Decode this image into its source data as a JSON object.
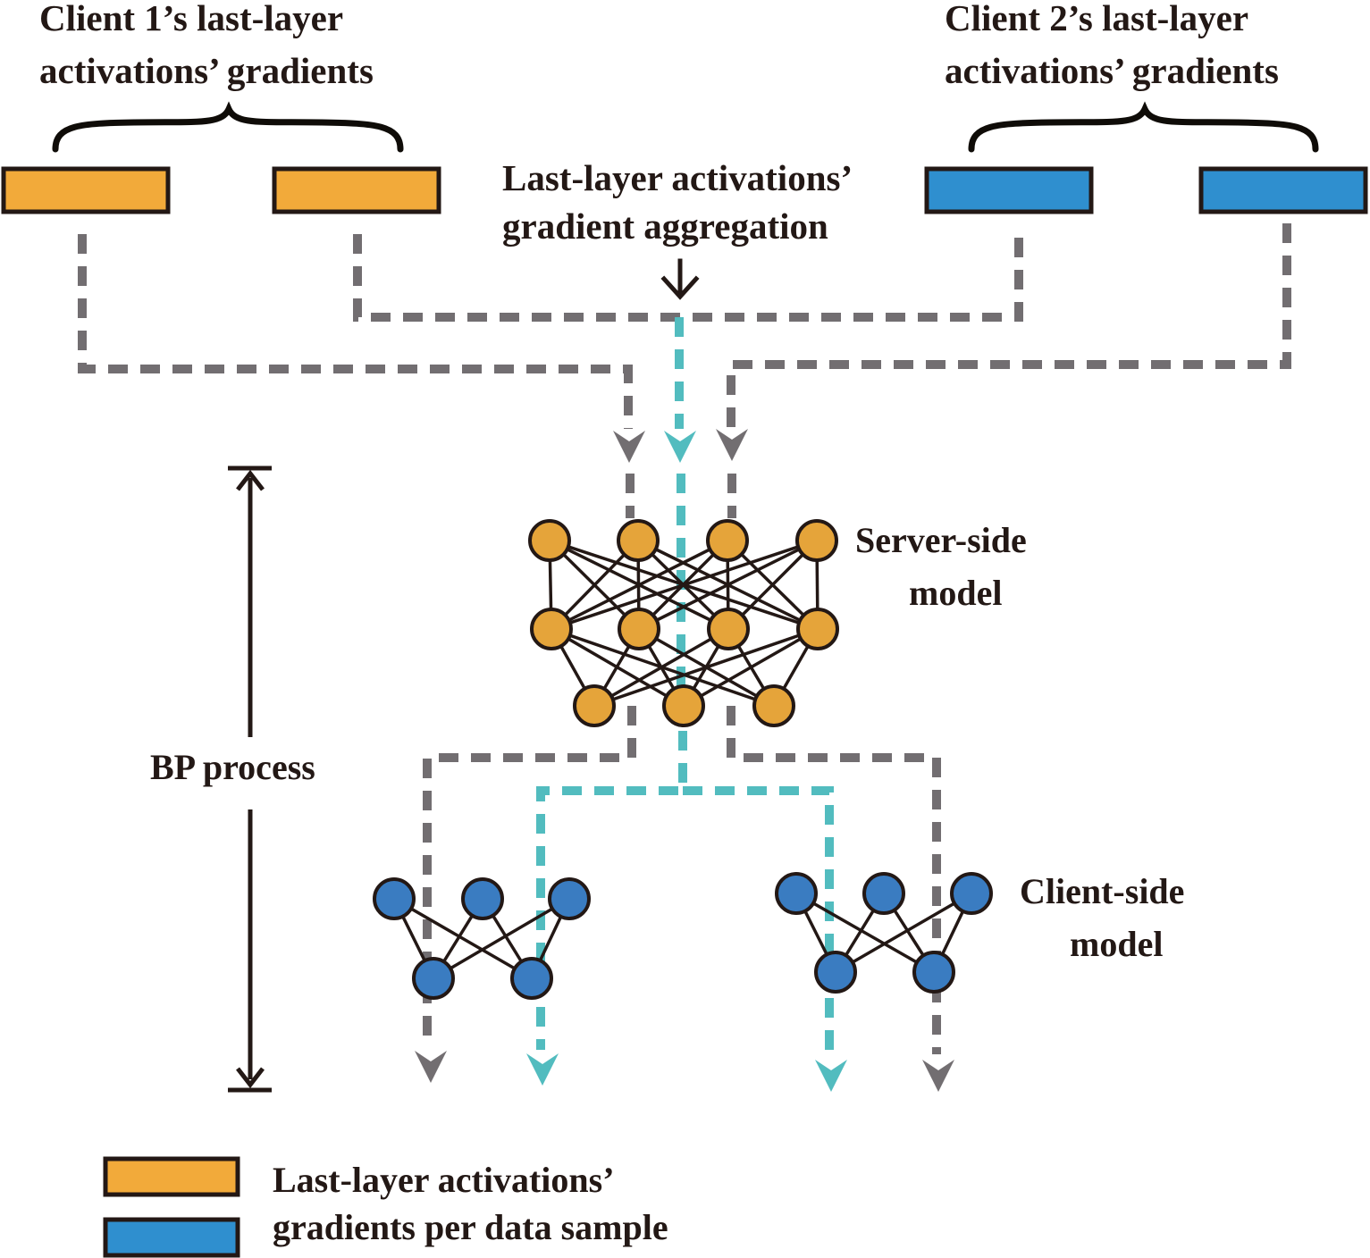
{
  "colors": {
    "orange": "#F2AA3A",
    "blue": "#2F8FCF",
    "node_orange": "#E5A43A",
    "node_blue": "#3A7CC1",
    "gray_dash": "#726E71",
    "teal_dash": "#52BCBF",
    "ink": "#231815"
  },
  "client1_label": {
    "line1": "Client 1’s  last-layer",
    "line2": "activations’ gradients"
  },
  "client2_label": {
    "line1": "Client 2’s  last-layer",
    "line2": "activations’ gradients"
  },
  "aggregation_label": {
    "line1": "Last-layer activations’",
    "line2": "gradient aggregation"
  },
  "server_label": {
    "line1": "Server-side",
    "line2": "model"
  },
  "client_model_label": {
    "line1": "Client-side",
    "line2": "model"
  },
  "bp_label": "BP process",
  "legend": {
    "line1": "Last-layer activations’",
    "line2": "gradients per data sample",
    "swatches": [
      "orange",
      "blue"
    ]
  },
  "server_model": {
    "layers": [
      4,
      4,
      3
    ]
  },
  "client_models": [
    {
      "name": "client-1",
      "layers": [
        3,
        2
      ]
    },
    {
      "name": "client-2",
      "layers": [
        3,
        2
      ]
    }
  ],
  "gradient_blocks": [
    {
      "client": "client-1",
      "count": 2,
      "color": "orange"
    },
    {
      "client": "client-2",
      "count": 2,
      "color": "blue"
    }
  ]
}
